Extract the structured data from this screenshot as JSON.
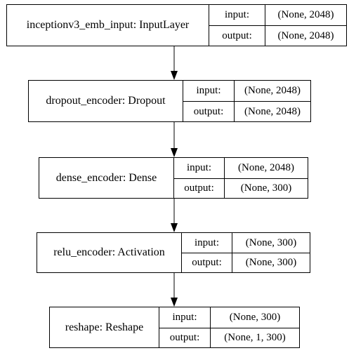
{
  "diagram": {
    "colors": {
      "line": "#000000",
      "background": "#ffffff"
    },
    "io_labels": {
      "input": "input:",
      "output": "output:"
    },
    "layers": [
      {
        "name": "inceptionv3_emb_input: InputLayer",
        "input": "(None, 2048)",
        "output": "(None, 2048)"
      },
      {
        "name": "dropout_encoder: Dropout",
        "input": "(None, 2048)",
        "output": "(None, 2048)"
      },
      {
        "name": "dense_encoder: Dense",
        "input": "(None, 2048)",
        "output": "(None, 300)"
      },
      {
        "name": "relu_encoder: Activation",
        "input": "(None, 300)",
        "output": "(None, 300)"
      },
      {
        "name": "reshape: Reshape",
        "input": "(None, 300)",
        "output": "(None, 1, 300)"
      }
    ],
    "edges": [
      {
        "from": 0,
        "to": 1
      },
      {
        "from": 1,
        "to": 2
      },
      {
        "from": 2,
        "to": 3
      },
      {
        "from": 3,
        "to": 4
      }
    ]
  }
}
